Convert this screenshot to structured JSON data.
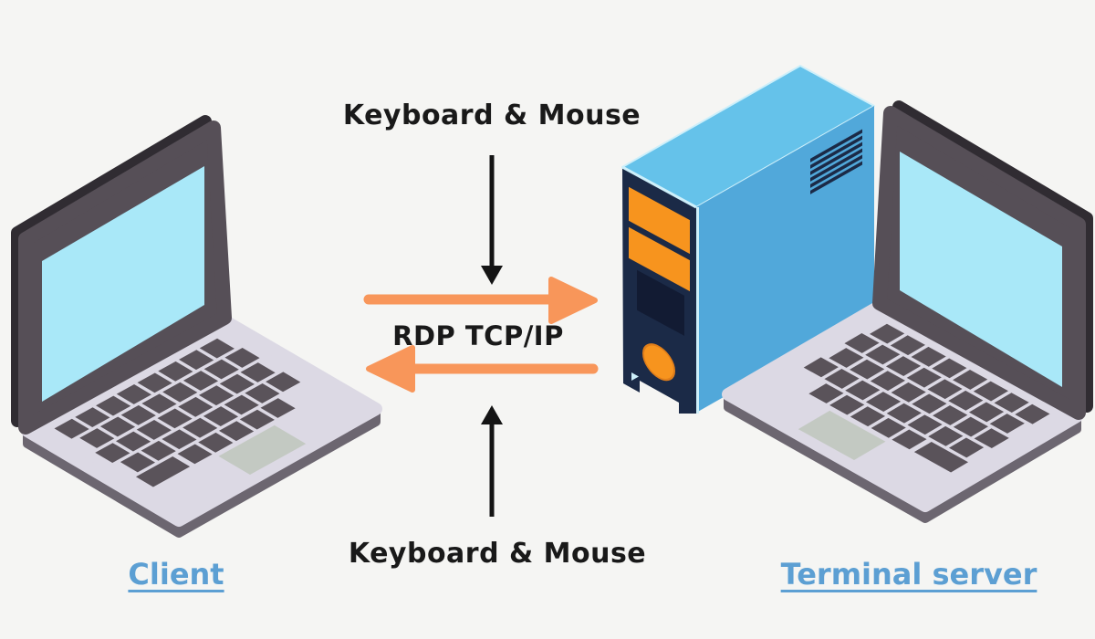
{
  "diagram": {
    "top_flow_label": "Keyboard & Mouse",
    "bottom_flow_label": "Keyboard & Mouse",
    "protocol_label": "RDP TCP/IP",
    "client_label": "Client",
    "server_label": "Terminal server"
  },
  "colors": {
    "background": "#F5F5F3",
    "text_dark": "#191919",
    "device_label_blue": "#5C9FD3",
    "arrow_orange": "#F8965A",
    "arrow_black": "#141414",
    "tower_front_navy": "#1B2A47",
    "tower_side_blue": "#51A8DA",
    "tower_top_blue": "#65C2EA",
    "tower_bay_orange": "#F7941E",
    "tower_trim_cyan": "#CDEFFA",
    "laptop_bezel_gray": "#564F57",
    "laptop_lid_edge_dark": "#302C32",
    "laptop_screen_cyan": "#A9E8F8",
    "laptop_base_lavender": "#DCD9E4",
    "laptop_base_underside": "#6C6670",
    "laptop_key_gray": "#5A535A",
    "laptop_trackpad_gray": "#C3C9C2"
  }
}
